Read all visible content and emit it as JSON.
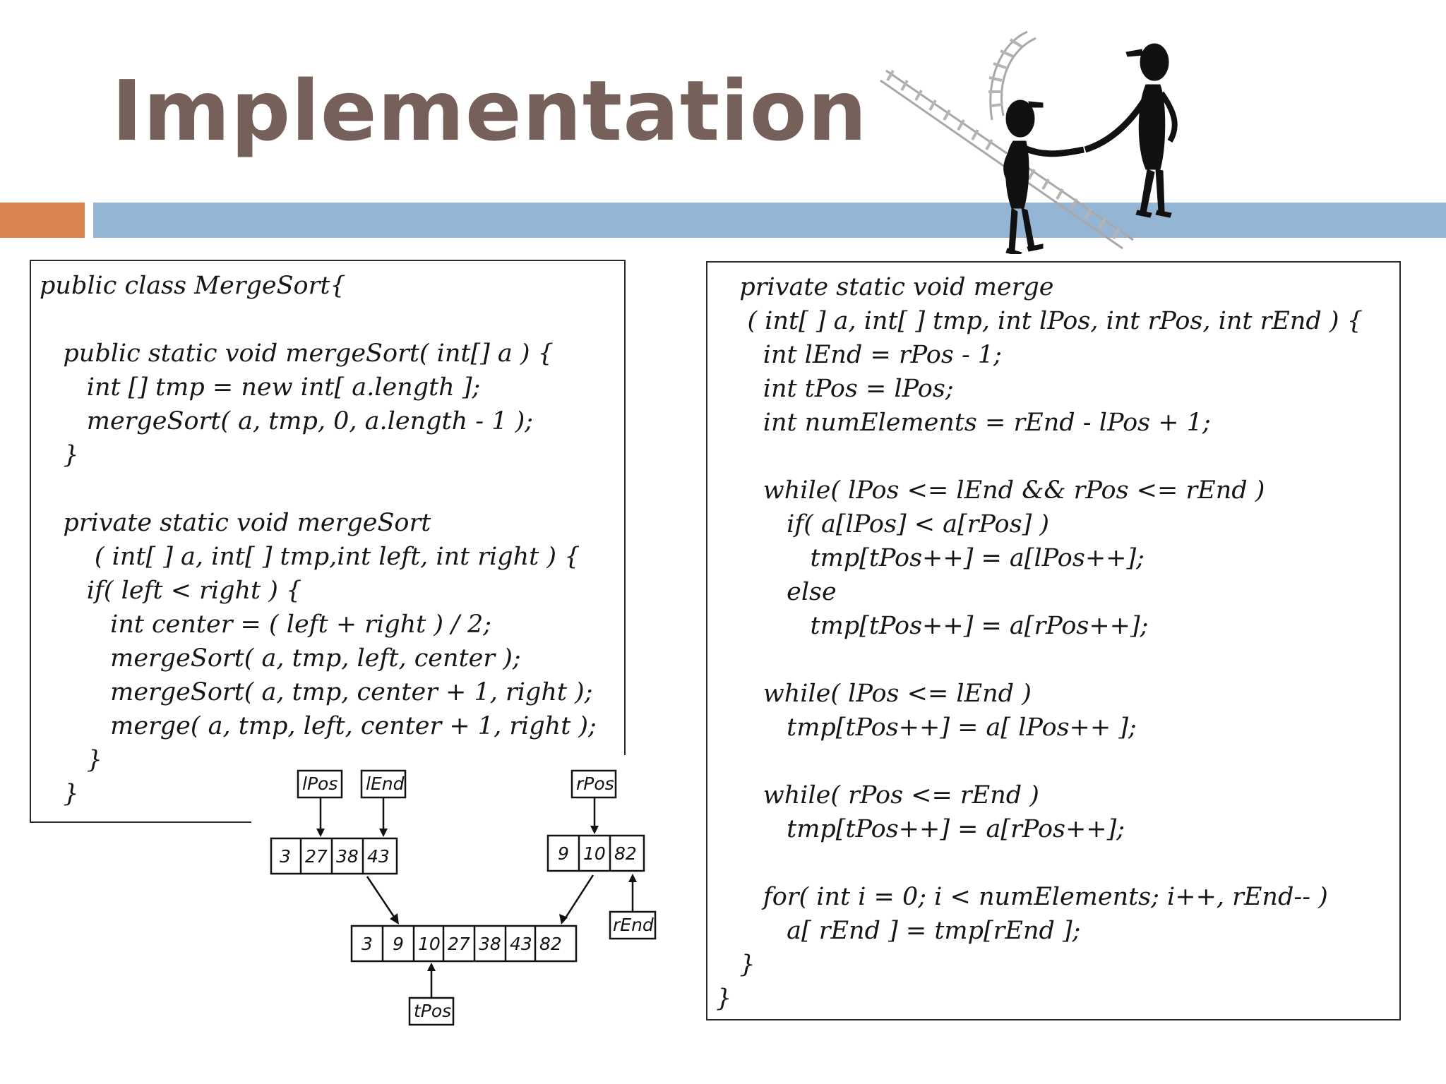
{
  "slide": {
    "title": "Implementation",
    "colors": {
      "title": "#75605a",
      "orange_bar": "#d9854f",
      "blue_bar": "#95b5d4"
    },
    "figure_icon": "two-people-on-rail-track"
  },
  "left_code": [
    "public class MergeSort{",
    "",
    "   public static void mergeSort( int[] a ) {",
    "      int [] tmp = new int[ a.length ];",
    "      mergeSort( a, tmp, 0, a.length - 1 );",
    "   }",
    "",
    "   private static void mergeSort",
    "       ( int[ ] a, int[ ] tmp,int left, int right ) {",
    "      if( left < right ) {",
    "         int center = ( left + right ) / 2;",
    "         mergeSort( a, tmp, left, center );",
    "         mergeSort( a, tmp, center + 1, right );",
    "         merge( a, tmp, left, center + 1, right );",
    "      }",
    "   }"
  ],
  "right_code": [
    "   private static void merge",
    "    ( int[ ] a, int[ ] tmp, int lPos, int rPos, int rEnd ) {",
    "      int lEnd = rPos - 1;",
    "      int tPos = lPos;",
    "      int numElements = rEnd - lPos + 1;",
    "",
    "      while( lPos <= lEnd && rPos <= rEnd )",
    "         if( a[lPos] < a[rPos] )",
    "            tmp[tPos++] = a[lPos++];",
    "         else",
    "            tmp[tPos++] = a[rPos++];",
    "",
    "      while( lPos <= lEnd )",
    "         tmp[tPos++] = a[ lPos++ ];",
    "",
    "      while( rPos <= rEnd )",
    "         tmp[tPos++] = a[rPos++];",
    "",
    "      for( int i = 0; i < numElements; i++, rEnd-- )",
    "         a[ rEnd ] = tmp[rEnd ];",
    "   }",
    "}"
  ],
  "diagram": {
    "pointers": {
      "lPos": "lPos",
      "lEnd": "lEnd",
      "rPos": "rPos",
      "rEnd": "rEnd",
      "tPos": "tPos"
    },
    "left_array": [
      "3",
      "27",
      "38",
      "43"
    ],
    "right_array": [
      "9",
      "10",
      "82"
    ],
    "merged_array": [
      "3",
      "9",
      "10",
      "27",
      "38",
      "43",
      "82"
    ]
  }
}
